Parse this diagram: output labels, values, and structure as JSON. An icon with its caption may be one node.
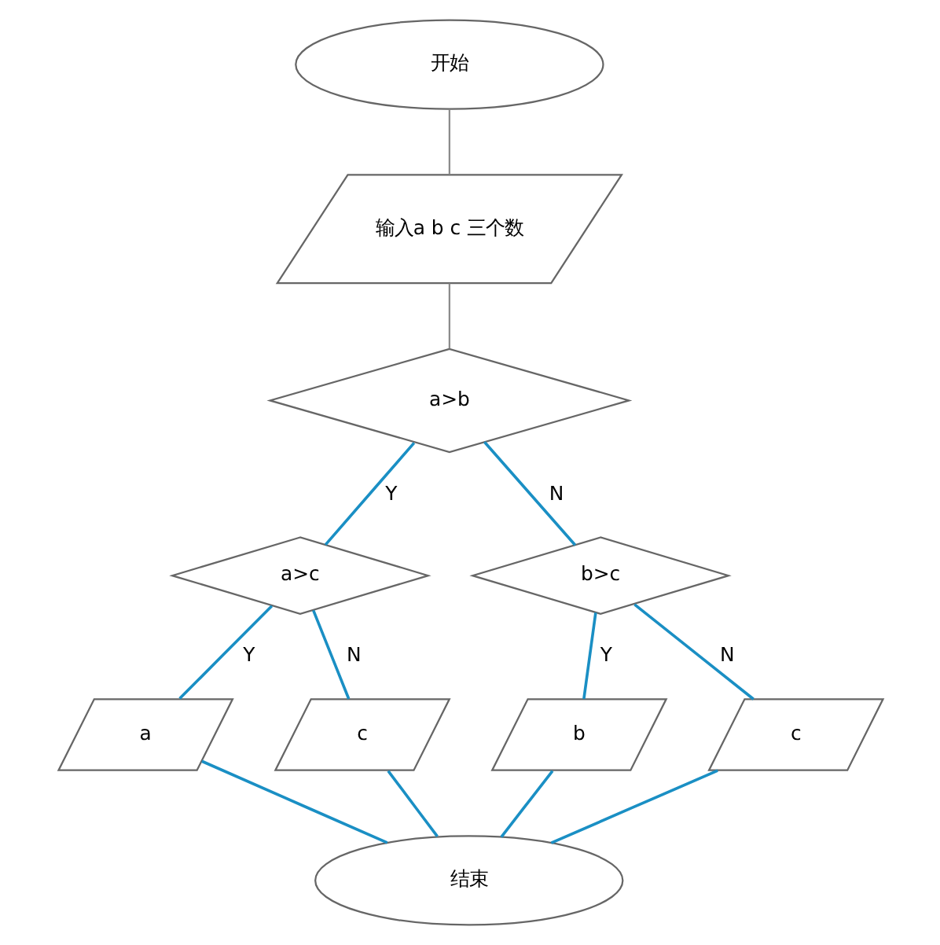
{
  "diagram": {
    "nodes": [
      {
        "text": [
          "开始"
        ]
      },
      {
        "text": [
          "输入a b c 三个数"
        ]
      },
      {
        "text": [
          "a>b"
        ]
      },
      {
        "text": [
          "a>c"
        ]
      },
      {
        "text": [
          "b>c"
        ]
      },
      {
        "text": [
          "a"
        ]
      },
      {
        "text": [
          "c"
        ]
      },
      {
        "text": [
          "b"
        ]
      },
      {
        "text": [
          "c"
        ]
      },
      {
        "text": [
          "结束"
        ]
      }
    ],
    "edges": [
      {
        "from": 0,
        "to": 1,
        "arrow": "none",
        "color": "#8c8c8c"
      },
      {
        "from": 1,
        "to": 2,
        "arrow": "none",
        "color": "#8c8c8c"
      },
      {
        "from": 2,
        "to": 3,
        "arrow": "none",
        "label": "Y"
      },
      {
        "from": 2,
        "to": 4,
        "arrow": "none",
        "label": "N"
      },
      {
        "from": 3,
        "to": 5,
        "arrow": "none",
        "label": "Y"
      },
      {
        "from": 3,
        "to": 6,
        "arrow": "none",
        "label": "N"
      },
      {
        "from": 4,
        "to": 7,
        "arrow": "none",
        "label": "Y"
      },
      {
        "from": 4,
        "to": 8,
        "arrow": "none",
        "label": "N"
      },
      {
        "from": 5,
        "to": 9,
        "arrow": "none"
      },
      {
        "from": 6,
        "to": 9,
        "arrow": "none"
      },
      {
        "from": 7,
        "to": 9,
        "arrow": "none"
      },
      {
        "from": 8,
        "to": 9,
        "arrow": "none"
      }
    ]
  }
}
